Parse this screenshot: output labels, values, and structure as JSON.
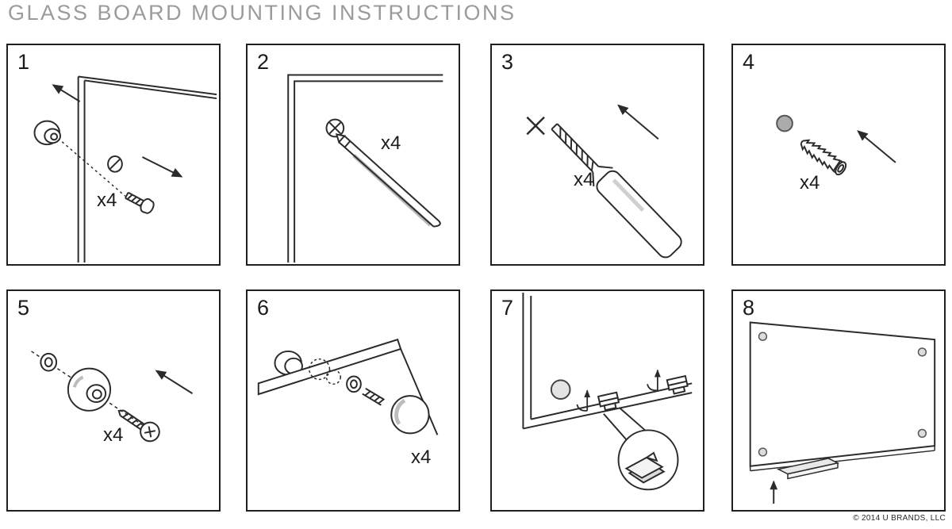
{
  "title": "GLASS BOARD MOUNTING INSTRUCTIONS",
  "copyright": "© 2014 U BRANDS, LLC",
  "colors": {
    "panel_border": "#1f1f1f",
    "line": "#2b2b2b",
    "title_gray": "#9b9b9b",
    "shade_gray": "#bdbdbd"
  },
  "panels": [
    {
      "step": "1",
      "quantity": "x4"
    },
    {
      "step": "2",
      "quantity": "x4"
    },
    {
      "step": "3",
      "quantity": "x4"
    },
    {
      "step": "4",
      "quantity": "x4"
    },
    {
      "step": "5",
      "quantity": "x4"
    },
    {
      "step": "6",
      "quantity": "x4"
    },
    {
      "step": "7"
    },
    {
      "step": "8"
    }
  ]
}
